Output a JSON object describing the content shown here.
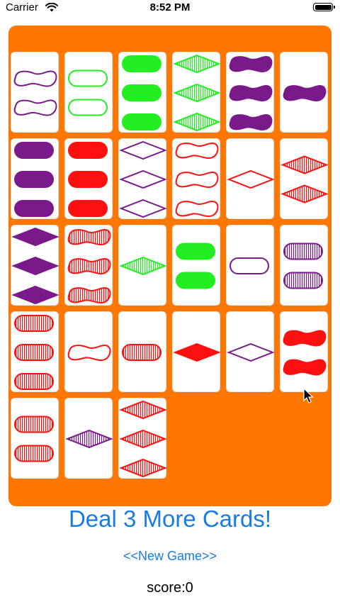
{
  "status_bar": {
    "carrier": "Carrier",
    "time": "8:52 PM"
  },
  "colors": {
    "board": "#ff7600",
    "red": "#ff1010",
    "green": "#22ee22",
    "purple": "#7a1a8a",
    "link": "#1a7be0"
  },
  "cards": [
    {
      "count": 2,
      "shape": "squiggle",
      "color": "purple",
      "fill": "open"
    },
    {
      "count": 2,
      "shape": "oval",
      "color": "green",
      "fill": "open"
    },
    {
      "count": 3,
      "shape": "oval",
      "color": "green",
      "fill": "solid"
    },
    {
      "count": 3,
      "shape": "diamond",
      "color": "green",
      "fill": "striped"
    },
    {
      "count": 3,
      "shape": "squiggle",
      "color": "purple",
      "fill": "solid"
    },
    {
      "count": 1,
      "shape": "squiggle",
      "color": "purple",
      "fill": "solid"
    },
    {
      "count": 3,
      "shape": "oval",
      "color": "purple",
      "fill": "solid"
    },
    {
      "count": 3,
      "shape": "oval",
      "color": "red",
      "fill": "solid"
    },
    {
      "count": 3,
      "shape": "diamond",
      "color": "purple",
      "fill": "open"
    },
    {
      "count": 3,
      "shape": "squiggle",
      "color": "red",
      "fill": "open"
    },
    {
      "count": 1,
      "shape": "diamond",
      "color": "red",
      "fill": "open"
    },
    {
      "count": 2,
      "shape": "diamond",
      "color": "red",
      "fill": "striped"
    },
    {
      "count": 3,
      "shape": "diamond",
      "color": "purple",
      "fill": "solid"
    },
    {
      "count": 3,
      "shape": "squiggle",
      "color": "red",
      "fill": "striped"
    },
    {
      "count": 1,
      "shape": "diamond",
      "color": "green",
      "fill": "striped"
    },
    {
      "count": 2,
      "shape": "oval",
      "color": "green",
      "fill": "solid"
    },
    {
      "count": 1,
      "shape": "oval",
      "color": "purple",
      "fill": "open"
    },
    {
      "count": 2,
      "shape": "oval",
      "color": "purple",
      "fill": "striped"
    },
    {
      "count": 3,
      "shape": "oval",
      "color": "red",
      "fill": "striped"
    },
    {
      "count": 1,
      "shape": "squiggle",
      "color": "red",
      "fill": "open"
    },
    {
      "count": 1,
      "shape": "oval",
      "color": "red",
      "fill": "striped"
    },
    {
      "count": 1,
      "shape": "diamond",
      "color": "red",
      "fill": "solid"
    },
    {
      "count": 1,
      "shape": "diamond",
      "color": "purple",
      "fill": "open"
    },
    {
      "count": 2,
      "shape": "squiggle",
      "color": "red",
      "fill": "solid"
    },
    {
      "count": 2,
      "shape": "oval",
      "color": "red",
      "fill": "striped"
    },
    {
      "count": 1,
      "shape": "diamond",
      "color": "purple",
      "fill": "striped"
    },
    {
      "count": 3,
      "shape": "diamond",
      "color": "red",
      "fill": "striped"
    }
  ],
  "deal_button": "Deal 3 More Cards!",
  "new_game_button": "<<New Game>>",
  "score_label": "score:0"
}
